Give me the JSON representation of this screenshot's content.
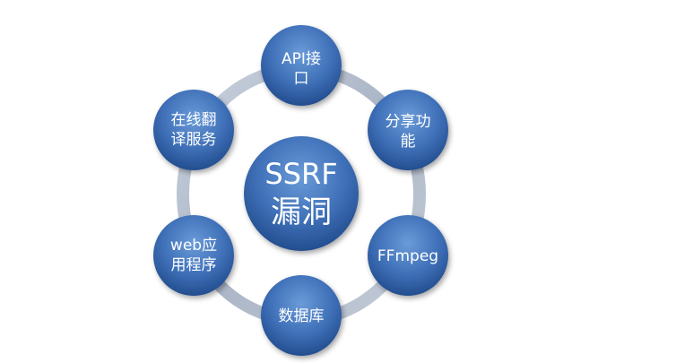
{
  "center": {
    "line1": "SSRF",
    "line2": "漏洞"
  },
  "nodes": [
    {
      "id": "api",
      "lines": [
        "API接",
        "口"
      ]
    },
    {
      "id": "share",
      "lines": [
        "分享功",
        "能"
      ]
    },
    {
      "id": "ffmpeg",
      "lines": [
        "FFmpeg"
      ]
    },
    {
      "id": "database",
      "lines": [
        "数据库"
      ]
    },
    {
      "id": "webapp",
      "lines": [
        "web应",
        "用程序"
      ]
    },
    {
      "id": "translate",
      "lines": [
        "在线翻",
        "译服务"
      ]
    }
  ],
  "colors": {
    "node_light": "#6a9bd8",
    "node_mid": "#3f70b8",
    "node_dark": "#1e4787",
    "ring": "#b9c3d3"
  }
}
